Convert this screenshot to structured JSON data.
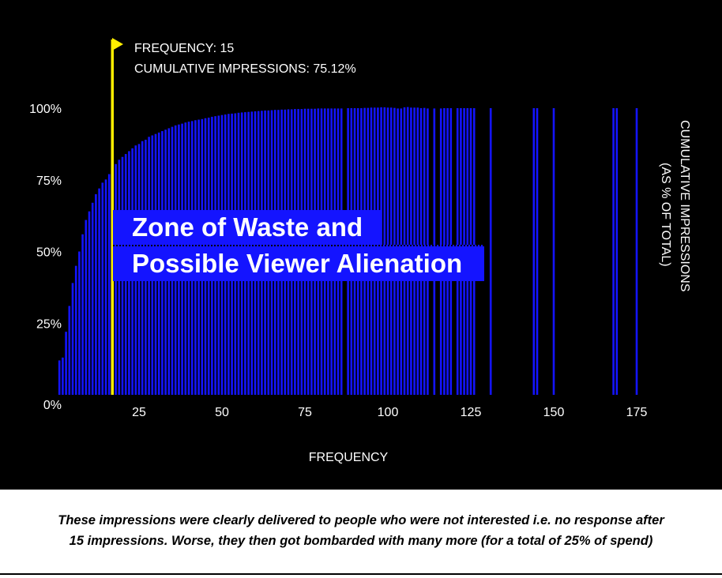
{
  "colors": {
    "background": "#000000",
    "bar": "#1414ff",
    "marker": "#ffee00",
    "text": "#ffffff"
  },
  "annotation": {
    "line1": "FREQUENCY: 15",
    "line2": "CUMULATIVE IMPRESSIONS: 75.12%",
    "flag_icon": "flag-icon"
  },
  "zone_label": {
    "line1": "Zone of Waste and",
    "line2": "Possible Viewer Alienation"
  },
  "caption": {
    "line1": "These impressions were clearly delivered to people who were not interested i.e. no response after",
    "line2": "15 impressions. Worse, they then got bombarded with many more (for a total of 25% of spend)"
  },
  "chart_data": {
    "type": "bar",
    "title": "",
    "xlabel": "FREQUENCY",
    "ylabel": "CUMULATIVE IMPRESSIONS (AS % OF TOTAL)",
    "xlim": [
      0,
      180
    ],
    "ylim": [
      0,
      100
    ],
    "xticks": [
      {
        "v": 25,
        "label": "25"
      },
      {
        "v": 50,
        "label": "50"
      },
      {
        "v": 75,
        "label": "75"
      },
      {
        "v": 100,
        "label": "100"
      },
      {
        "v": 125,
        "label": "125"
      },
      {
        "v": 150,
        "label": "150"
      },
      {
        "v": 175,
        "label": "175"
      }
    ],
    "yticks": [
      {
        "v": 0,
        "label": "0%"
      },
      {
        "v": 25,
        "label": "25%"
      },
      {
        "v": 50,
        "label": "50%"
      },
      {
        "v": 75,
        "label": "75%"
      },
      {
        "v": 100,
        "label": "100%"
      }
    ],
    "marker": {
      "x": 15,
      "y": 75.12
    },
    "points": [
      [
        1,
        12
      ],
      [
        2,
        13
      ],
      [
        3,
        22
      ],
      [
        4,
        31
      ],
      [
        5,
        39
      ],
      [
        6,
        45
      ],
      [
        7,
        50
      ],
      [
        8,
        56
      ],
      [
        9,
        61
      ],
      [
        10,
        64
      ],
      [
        11,
        67
      ],
      [
        12,
        70
      ],
      [
        13,
        72
      ],
      [
        14,
        74
      ],
      [
        15,
        75.12
      ],
      [
        16,
        77
      ],
      [
        17,
        79
      ],
      [
        18,
        80.5
      ],
      [
        19,
        82
      ],
      [
        20,
        83
      ],
      [
        21,
        84
      ],
      [
        22,
        85
      ],
      [
        23,
        86
      ],
      [
        24,
        87
      ],
      [
        25,
        87.5
      ],
      [
        26,
        88.5
      ],
      [
        27,
        89
      ],
      [
        28,
        90
      ],
      [
        29,
        90.5
      ],
      [
        30,
        91
      ],
      [
        31,
        91.5
      ],
      [
        32,
        92
      ],
      [
        33,
        92.5
      ],
      [
        34,
        93
      ],
      [
        35,
        93.5
      ],
      [
        36,
        94
      ],
      [
        37,
        94.3
      ],
      [
        38,
        94.6
      ],
      [
        39,
        95
      ],
      [
        40,
        95.3
      ],
      [
        41,
        95.5
      ],
      [
        42,
        95.8
      ],
      [
        43,
        96
      ],
      [
        44,
        96.2
      ],
      [
        45,
        96.5
      ],
      [
        46,
        96.7
      ],
      [
        47,
        97
      ],
      [
        48,
        97.2
      ],
      [
        49,
        97.4
      ],
      [
        50,
        97.6
      ],
      [
        51,
        97.8
      ],
      [
        52,
        98
      ],
      [
        53,
        98.1
      ],
      [
        54,
        98.2
      ],
      [
        55,
        98.4
      ],
      [
        56,
        98.5
      ],
      [
        57,
        98.6
      ],
      [
        58,
        98.7
      ],
      [
        59,
        98.8
      ],
      [
        60,
        98.9
      ],
      [
        61,
        99
      ],
      [
        62,
        99.1
      ],
      [
        63,
        99.2
      ],
      [
        64,
        99.2
      ],
      [
        65,
        99.3
      ],
      [
        66,
        99.4
      ],
      [
        67,
        99.4
      ],
      [
        68,
        99.5
      ],
      [
        69,
        99.5
      ],
      [
        70,
        99.6
      ],
      [
        71,
        99.6
      ],
      [
        72,
        99.7
      ],
      [
        73,
        99.7
      ],
      [
        74,
        99.7
      ],
      [
        75,
        99.8
      ],
      [
        76,
        99.8
      ],
      [
        77,
        99.8
      ],
      [
        78,
        99.8
      ],
      [
        79,
        99.9
      ],
      [
        80,
        99.9
      ],
      [
        81,
        99.9
      ],
      [
        82,
        99.9
      ],
      [
        83,
        99.9
      ],
      [
        84,
        99.9
      ],
      [
        85,
        99.9
      ],
      [
        86,
        99.9
      ],
      [
        88,
        100
      ],
      [
        89,
        100
      ],
      [
        90,
        100
      ],
      [
        91,
        100
      ],
      [
        92,
        100
      ],
      [
        93,
        100.1
      ],
      [
        94,
        100.1
      ],
      [
        95,
        100.2
      ],
      [
        96,
        100.2
      ],
      [
        97,
        100.2
      ],
      [
        98,
        100.3
      ],
      [
        99,
        100.3
      ],
      [
        100,
        100.2
      ],
      [
        101,
        100.2
      ],
      [
        102,
        100.1
      ],
      [
        103,
        99.9
      ],
      [
        104,
        99.9
      ],
      [
        105,
        100.3
      ],
      [
        106,
        100.4
      ],
      [
        107,
        100.2
      ],
      [
        108,
        100.2
      ],
      [
        109,
        100.2
      ],
      [
        110,
        100
      ],
      [
        111,
        100.1
      ],
      [
        112,
        99.9
      ],
      [
        114,
        99.9
      ],
      [
        116,
        99.9
      ],
      [
        117,
        100
      ],
      [
        118,
        100
      ],
      [
        119,
        100
      ],
      [
        121,
        100
      ],
      [
        122,
        100
      ],
      [
        123,
        100
      ],
      [
        124,
        100
      ],
      [
        125,
        100
      ],
      [
        126,
        100
      ],
      [
        131,
        100
      ],
      [
        144,
        100
      ],
      [
        145,
        100
      ],
      [
        150,
        100
      ],
      [
        168,
        100
      ],
      [
        169,
        100
      ],
      [
        175,
        100
      ]
    ]
  }
}
